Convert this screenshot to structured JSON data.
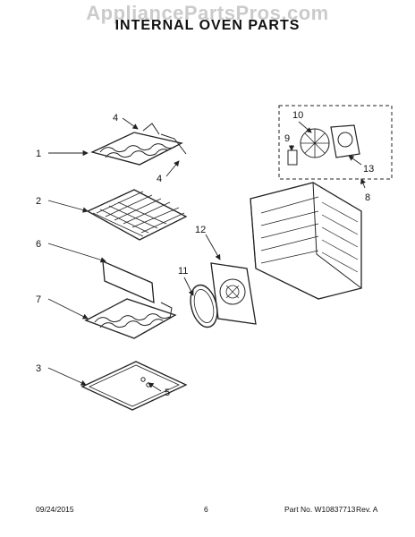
{
  "watermark": "AppliancePartsPros.com",
  "title": "INTERNAL OVEN PARTS",
  "footer": {
    "date": "09/24/2015",
    "page": "6",
    "part_number": "Part No. W10837713",
    "revision": "Rev. A"
  },
  "callouts": {
    "c1": "1",
    "c2": "2",
    "c3": "3",
    "c4a": "4",
    "c4b": "4",
    "c5": "5",
    "c6": "6",
    "c7": "7",
    "c8": "8",
    "c9": "9",
    "c10": "10",
    "c11": "11",
    "c12": "12",
    "c13": "13"
  }
}
